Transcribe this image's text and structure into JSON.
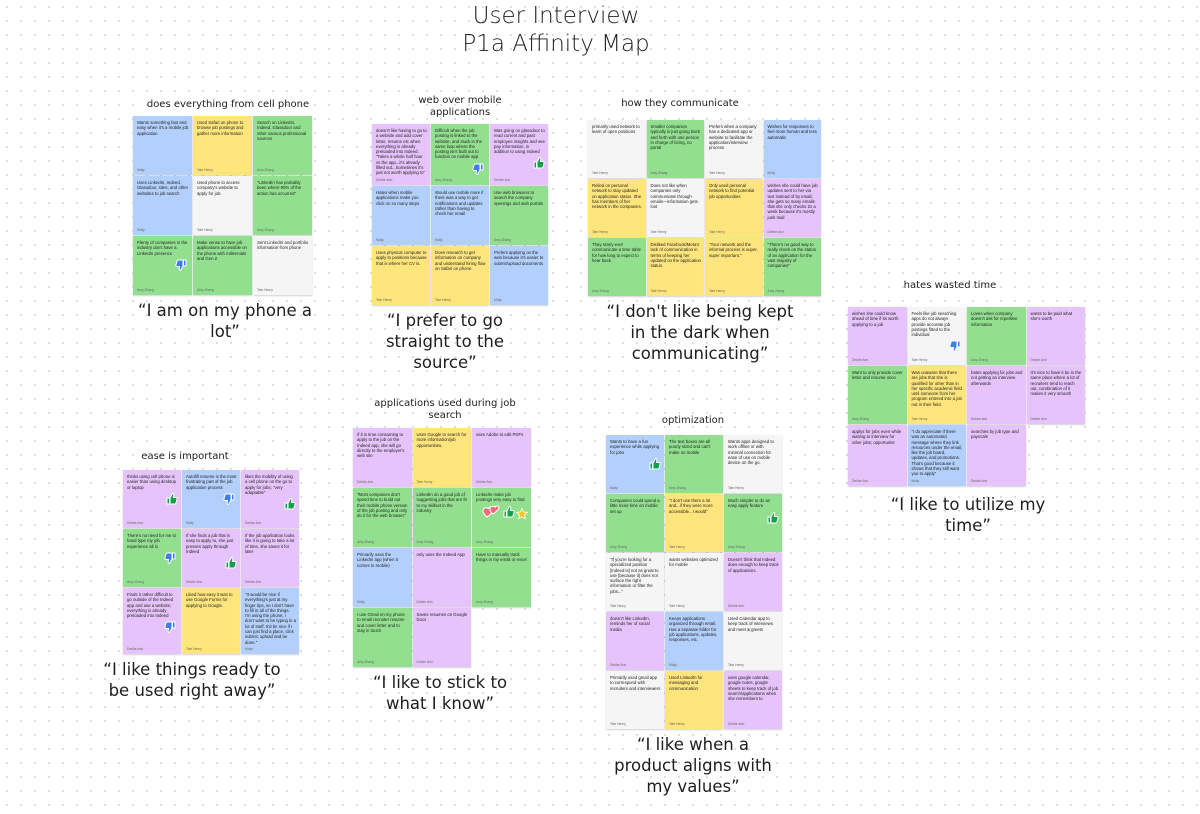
{
  "title": {
    "line1": "User Interview",
    "line2": "P1a Affinity Map"
  },
  "colors": {
    "blue": "#b3cffc",
    "yellow": "#ffe57c",
    "green": "#92e08f",
    "white": "#f5f5f5",
    "pink": "#e6c3fb",
    "thumb_up": "#14a04a",
    "thumb_down": "#3b7ef0",
    "heart": "#f06b7a",
    "star": "#f5c518"
  },
  "clusters": [
    {
      "title": "does everything from cell phone",
      "quote": "“I am on my phone a lot”",
      "notes": [
        {
          "color": "blue",
          "text": "Wants something fast and easy when it's a mobile job application",
          "author": "Molly"
        },
        {
          "color": "yellow",
          "text": "Used Safari on phone to browse job postings and gather more information",
          "author": "Tate Henry"
        },
        {
          "color": "green",
          "text": "Search on LinkedIn, Indeed, Glassdoor and other various professional sources",
          "author": "Amy Zhang"
        },
        {
          "color": "blue",
          "text": "Uses LinkedIn, Indeed, Glassdoor, sites, and other websites to job search",
          "author": "Molly"
        },
        {
          "color": "white",
          "text": "Used phone to access company's website to apply for job.",
          "author": "Tate Henry"
        },
        {
          "color": "green",
          "text": "\"LinkedIn has probably been where 90% of the action has occurred\"",
          "author": "Amy Zhang"
        },
        {
          "color": "green",
          "text": "Plenty of companies in the industry don't have a LinkedIn presence",
          "author": "Amy Zhang",
          "sticker": "thumbs-down-icon"
        },
        {
          "color": "green",
          "text": "Make sense to have job applications accessible on the phone with millennials and Gen Z",
          "author": "Amy Zhang"
        },
        {
          "color": "white",
          "text": "Sent LinkedIn and portfolio information from phone",
          "author": "Tate Henry"
        }
      ]
    },
    {
      "title": "web over mobile applications",
      "quote": "“I prefer to go straight to the source”",
      "notes": [
        {
          "color": "pink",
          "text": "doesn't like having to go to a website and add cover letter, resume etc when everything is already preloaded into Indeed. \"Takes a whole half hour vs the app...it's already filled out...Sometimes it's just not worth applying to\"",
          "author": "Deidre Ann"
        },
        {
          "color": "green",
          "text": "Difficult when the job posting is linked to the website, and stuck in the same loop where the posting isn't built out to function on mobile app",
          "author": "Amy Zhang",
          "sticker": "thumbs-down-icon"
        },
        {
          "color": "pink",
          "text": "Was going on glassdoor to read current and past employee insights and see pay information, in addition to using Indeed",
          "author": "Deidre Ann",
          "sticker": "thumbs-up-icon"
        },
        {
          "color": "blue",
          "text": "Hates when mobile applications make you click on so many steps",
          "author": "Molly"
        },
        {
          "color": "blue",
          "text": "Would use mobile more if there was a way to get notifications and updates rather than having to check her email",
          "author": "Molly"
        },
        {
          "color": "green",
          "text": "Use web browsers to search the company openings and web portals",
          "author": "Amy Zhang"
        },
        {
          "color": "yellow",
          "text": "Uses physical computer to apply to positions because that is where her CV is.",
          "author": "Tate Henry"
        },
        {
          "color": "yellow",
          "text": "Does research to get information on company and understand hiring flow on Safari on phone.",
          "author": "Tate Henry"
        },
        {
          "color": "blue",
          "text": "Prefers applying on the web because it's easier to submit/upload documents",
          "author": "Molly"
        }
      ]
    },
    {
      "title": "how they communicate",
      "quote": "“I don't like being kept in the dark when communicating”",
      "notes": [
        {
          "color": "white",
          "text": "primarily used network to learn of open positions",
          "author": "Tate Henry"
        },
        {
          "color": "green",
          "text": "Smaller companies typically is just going back and forth with one person in charge of hiring, no portal",
          "author": "Amy Zhang"
        },
        {
          "color": "white",
          "text": "Prefers when a company has a dedicated app or website to facilitate the application/interview process",
          "author": "Tate Henry"
        },
        {
          "color": "blue",
          "text": "Wishes for responses to feel more human and less automatic",
          "author": "Molly"
        },
        {
          "color": "yellow",
          "text": "Relied on personal network to stay updated on application status. She has members of her network in the companies.",
          "author": "Tate Henry"
        },
        {
          "color": "white",
          "text": "Does not like when companies only communicate through emails—information gets lost",
          "author": "Tate Henry"
        },
        {
          "color": "yellow",
          "text": "Only used personal network to find potential job opportunities",
          "author": "Tate Henry"
        },
        {
          "color": "pink",
          "text": "wishes she could have job updates sent to her via text instead of by email; she gets so many emails that she only checks 2x a week because it's mostly junk mail",
          "author": "Deidre Ann"
        },
        {
          "color": "green",
          "text": "They rarely ever communicate a time table for how long to expect to hear back",
          "author": "Amy Zhang"
        },
        {
          "color": "yellow",
          "text": "Disliked Facebook/Meta's lack of communication in terms of keeping her updated on the application status.",
          "author": "Tate Henry"
        },
        {
          "color": "yellow",
          "text": "\"Your network and the informal process is super, super important.\"",
          "author": "Tate Henry"
        },
        {
          "color": "green",
          "text": "\"There's no good way to really check on the status of an application for the vast majority of companies\"",
          "author": "Amy Zhang"
        }
      ]
    },
    {
      "title": "hates wasted time",
      "quote": "“I like to utilize my time”",
      "notes": [
        {
          "color": "pink",
          "text": "wishes she could know ahead of time if its worth applying to a job",
          "author": "Deidre Ann"
        },
        {
          "color": "white",
          "text": "Feels like job searching apps do not always provide accurate job postings fitted to the individual",
          "author": "Tate Henry",
          "sticker": "thumbs-down-icon"
        },
        {
          "color": "green",
          "text": "Loves when company doesn't ask for repetitive information",
          "author": "Amy Zhang"
        },
        {
          "color": "pink",
          "text": "wants to be paid what she's worth",
          "author": "Deidre Ann"
        },
        {
          "color": "green",
          "text": "Want to only provide cover letter and resume once",
          "author": "Amy Zhang"
        },
        {
          "color": "yellow",
          "text": "Was unaware that there are jobs that she is qualified for other than in her specific academic field until someone from her program entered into a job not in their field.",
          "author": "Tate Henry"
        },
        {
          "color": "pink",
          "text": "hates applying for jobs and not getting an interview afterwards",
          "author": "Deidre Ann"
        },
        {
          "color": "pink",
          "text": "It's nice to have it be in the same place where a lot of recruiters tend to reach out, combination of it makes it very smooth",
          "author": "Deidre Ann"
        },
        {
          "color": "pink",
          "text": "applys for jobs even while waiting to interview for other jobs; opportunist",
          "author": "Deidre Ann"
        },
        {
          "color": "blue",
          "text": "\"I do appreciate if there was an automated message where they link resources under the email, like the job board, updates, and promotions. That's good because it shows that they still want you to apply\"",
          "author": "Molly"
        },
        {
          "color": "pink",
          "text": "searches by job type and payscale",
          "author": "Deidre Ann"
        }
      ]
    },
    {
      "title": "ease is important",
      "quote": "“I like things ready to be used right away”",
      "notes": [
        {
          "color": "pink",
          "text": "thinks using cell phone is easier than using desktop or laptop",
          "author": "Deidre Ann",
          "sticker": "thumbs-up-icon"
        },
        {
          "color": "blue",
          "text": "Autofill resume is the most frustrating part of the job application process",
          "author": "Molly",
          "sticker": "thumbs-down-icon"
        },
        {
          "color": "pink",
          "text": "likes the mobility of using a cell phone on the go to apply for jobs; \"very adaptable\"",
          "author": "Deidre Ann",
          "sticker": "thumbs-up-icon"
        },
        {
          "color": "green",
          "text": "There's no need for me to hand type my job experience all in",
          "author": "Amy Zhang",
          "sticker": "thumbs-down-icon"
        },
        {
          "color": "pink",
          "text": "If she finds a job that is easy to apply to, she just presses apply through Indeed",
          "author": "Deidre Ann",
          "sticker": "thumbs-up-icon"
        },
        {
          "color": "pink",
          "text": "If the job application looks like it is going to take a lot of time, she saves it for later",
          "author": "Deidre Ann"
        },
        {
          "color": "pink",
          "text": "Finds it rather difficult to go outside of the Indeed app and use a website; everything is already preloaded into Indeed",
          "author": "Deidre Ann",
          "sticker": "thumbs-down-icon"
        },
        {
          "color": "yellow",
          "text": "Liked how easy it was to use Google Forms for applying to Google.",
          "author": "Tate Henry"
        },
        {
          "color": "blue",
          "text": "\"It would be nice if everything's just at my finger tips, so I don't have to fill in all of the things. I'm using the phone, I don't want to be typing in a lot of stuff. It'd be nice if I can just find a place, click submit, upload and be done.\"",
          "author": "Molly"
        }
      ]
    },
    {
      "title": "applications used during job search",
      "quote": "“I like to stick to what I know”",
      "notes": [
        {
          "color": "pink",
          "text": "If it is time consuming to apply to the job on the Indeed app, she will go directly to the employer's web site",
          "author": "Deidre Ann"
        },
        {
          "color": "yellow",
          "text": "Uses Google to search for more information/job opportunities.",
          "author": "Tate Henry"
        },
        {
          "color": "pink",
          "text": "uses Adobe to edit PDFs",
          "author": "Deidre Ann"
        },
        {
          "color": "green",
          "text": "\"Most companies don't spend time to build out their mobile phone version of the job posting and only do it for the web browser\"",
          "author": "Amy Zhang"
        },
        {
          "color": "green",
          "text": "LinkedIn do a good job of suggesting jobs that are fit to my skillset in the industry",
          "author": "Amy Zhang"
        },
        {
          "color": "green",
          "text": "LinkedIn make job postings very easy to find",
          "author": "Amy Zhang",
          "sticker": "reactions"
        },
        {
          "color": "blue",
          "text": "Primarily uses the LinkedIn app (when it comes to mobile)",
          "author": "Molly"
        },
        {
          "color": "pink",
          "text": "only uses the Indeed App",
          "author": "Deidre Ann"
        },
        {
          "color": "green",
          "text": "Have to manually track things in my email or excel",
          "author": "Amy Zhang"
        },
        {
          "color": "green",
          "text": "I use Gmail on my phone to email recruiter resume and cover letter and to stay in touch",
          "author": "Amy Zhang"
        },
        {
          "color": "pink",
          "text": "Saves resumes on Google Docs",
          "author": "Deidre Ann"
        }
      ]
    },
    {
      "title": "optimization",
      "quote": "“I like when a product aligns with my values”",
      "notes": [
        {
          "color": "blue",
          "text": "Wants to have a fun experience while applying for jobs",
          "author": "Molly",
          "sticker": "thumbs-up-icon"
        },
        {
          "color": "green",
          "text": "The text boxes are all poorly sized and can't make on mobile",
          "author": "Amy Zhang"
        },
        {
          "color": "white",
          "text": "Wants apps designed to work offline or with minimal connection for ease of use on mobile device on the go.",
          "author": "Tate Henry"
        },
        {
          "color": "green",
          "text": "Companies could spend a little more time on mobile set up",
          "author": "Amy Zhang"
        },
        {
          "color": "yellow",
          "text": "\"I don't use them a lot and...if they were more accessible...I would\"",
          "author": "Tate Henry"
        },
        {
          "color": "green",
          "text": "Much simpler to do an easy apply feature",
          "author": "Amy Zhang",
          "sticker": "thumbs-up-icon"
        },
        {
          "color": "white",
          "text": "\"If you're looking for a specialized position [Indeed is] not as great to use [because it] does not surface the right information or filter the jobs...\"",
          "author": "Tate Henry"
        },
        {
          "color": "white",
          "text": "wants websites optimized for mobile",
          "author": "Tate Henry"
        },
        {
          "color": "pink",
          "text": "Doesn't think that Indeed does enough to keep track of applications.",
          "author": "Deidre Ann"
        },
        {
          "color": "pink",
          "text": "doesn't like LinkedIn, reminds her of social media",
          "author": "Deidre Ann"
        },
        {
          "color": "blue",
          "text": "Keeps applications organized through email. Has a separate folder for job applications, updates, responses, etc.",
          "author": "Molly"
        },
        {
          "color": "white",
          "text": "Used Calendar app to keep track of interviews and meet & greets",
          "author": "Tate Henry"
        },
        {
          "color": "white",
          "text": "Primarily used gmail app to correspond with recruiters and interviewers",
          "author": "Tate Henry"
        },
        {
          "color": "yellow",
          "text": "Used LinkedIn for messaging and communication",
          "author": "Tate Henry"
        },
        {
          "color": "pink",
          "text": "uses google calendar, google notes, google sheets to keep track of job search/applications when she remembers to",
          "author": "Deidre Ann"
        }
      ]
    }
  ]
}
